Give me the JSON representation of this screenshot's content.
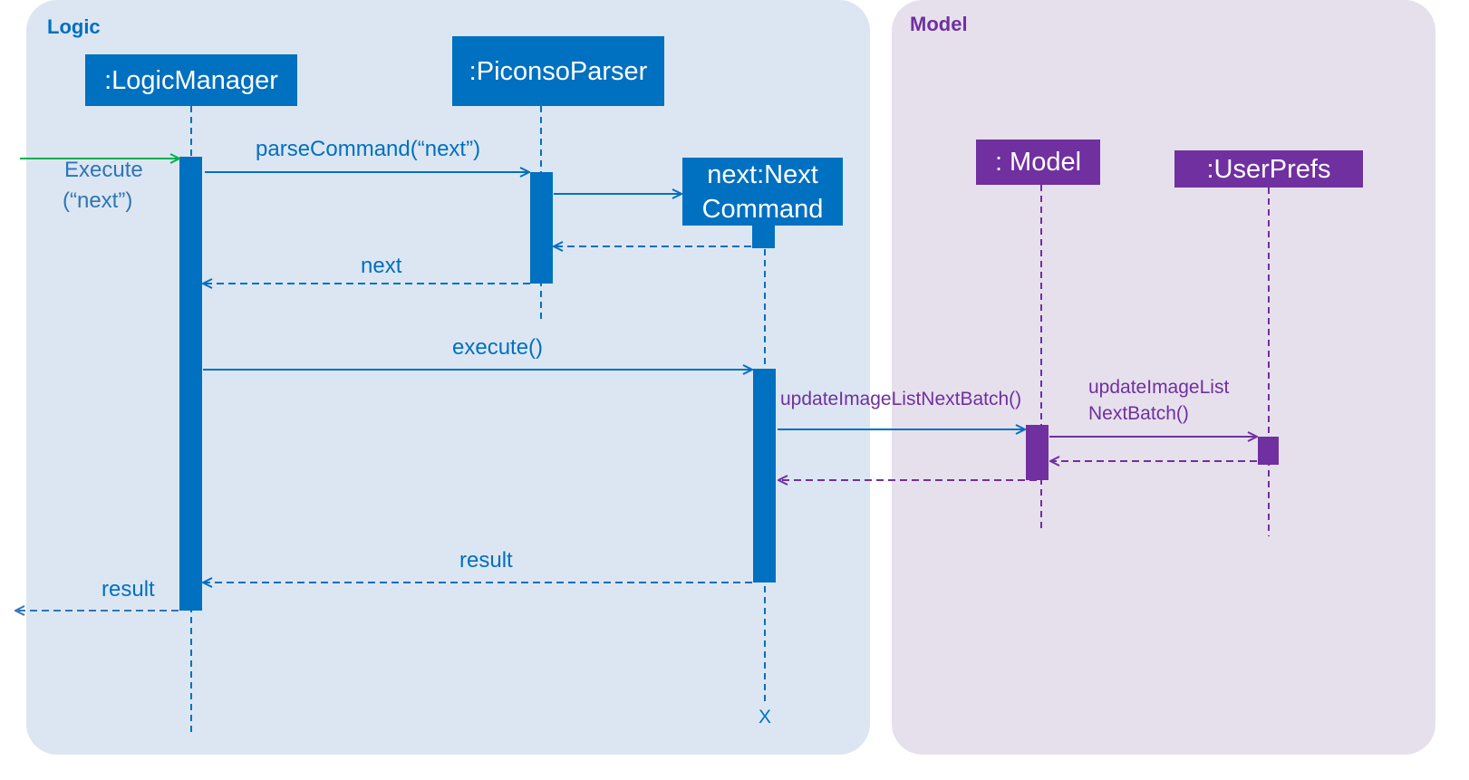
{
  "colors": {
    "logic_bg": "#dce6f2",
    "model_bg": "#e6e0ec",
    "logic_blue": "#0070c0",
    "model_purple": "#7030a0",
    "entry_green": "#00b050",
    "return_blue": "#2e75b6"
  },
  "regions": {
    "logic": {
      "title": "Logic"
    },
    "model": {
      "title": "Model"
    }
  },
  "lifelines": {
    "logic_manager": {
      "label": ":LogicManager"
    },
    "piconso_parser": {
      "label": ":PiconsoParser"
    },
    "next_command": {
      "line1": "next:Next",
      "line2": "Command"
    },
    "model": {
      "label": ": Model"
    },
    "user_prefs": {
      "label": ":UserPrefs"
    }
  },
  "messages": {
    "execute_line1": "Execute",
    "execute_line2": "(“next”)",
    "parse_command": "parseCommand(“next”)",
    "next_return": "next",
    "execute_call": "execute()",
    "update_model": "updateImageListNextBatch()",
    "update_prefs_line1": "updateImageList",
    "update_prefs_line2": "NextBatch()",
    "result_inner": "result",
    "result_outer": "result",
    "destroy_mark": "X"
  }
}
